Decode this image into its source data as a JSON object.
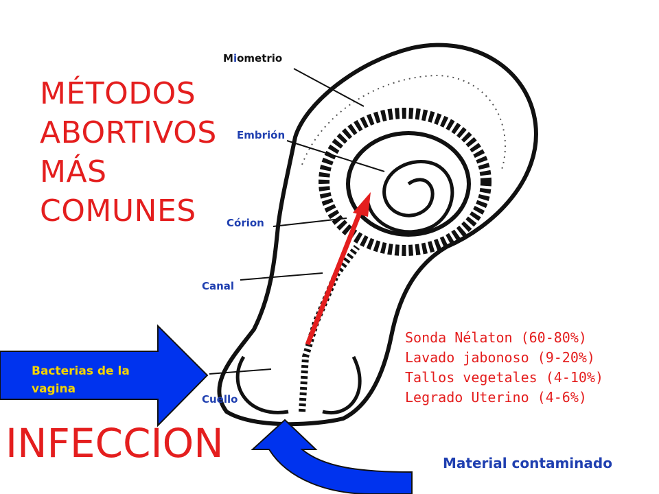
{
  "title": {
    "lines": [
      "MÉTODOS",
      "ABORTIVOS",
      "MÁS",
      "COMUNES"
    ]
  },
  "labels": {
    "miometrio_first": "M",
    "miometrio_accent": "i",
    "miometrio_rest": "ometrio",
    "embrion": "Embrión",
    "corion": "Córion",
    "canal": "Canal",
    "cuello": "Cuello"
  },
  "bacteria_arrow": {
    "text": "Bacterias de la vagina"
  },
  "methods": [
    "Sonda Nélaton  (60-80%)",
    "Lavado jabonoso (9-20%)",
    "Tallos vegetales (4-10%)",
    "Legrado Uterino (4-6%)"
  ],
  "infection_label": "INFECCION",
  "material_label": "Material contaminado",
  "colors": {
    "red": "#e41e1e",
    "blue": "#1f3fb0",
    "arrow_blue": "#0033ee",
    "yellow": "#f4d400"
  }
}
